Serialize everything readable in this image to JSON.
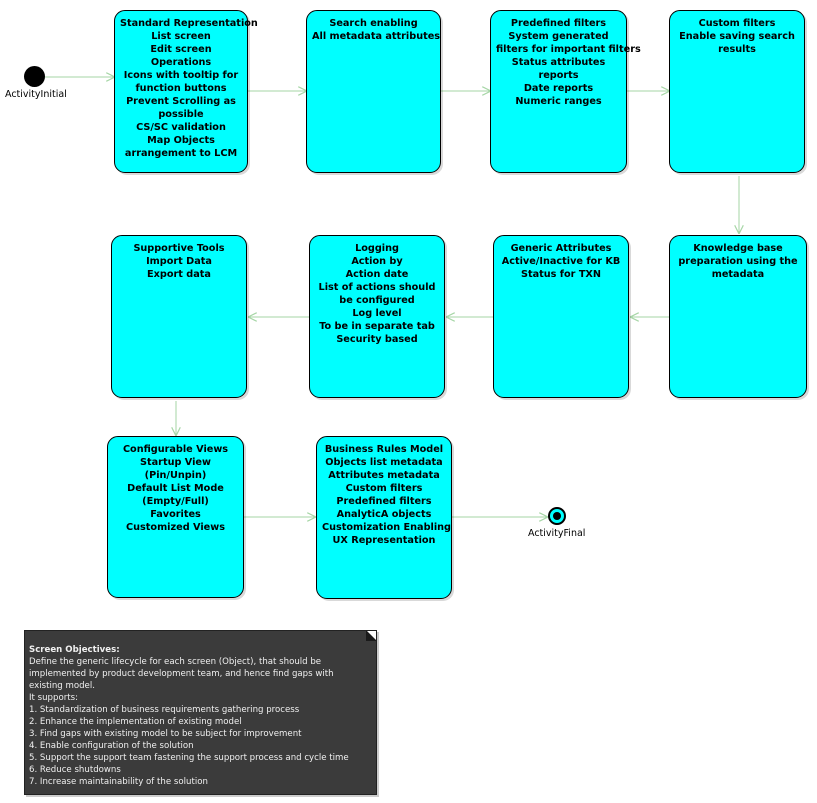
{
  "diagram": {
    "initial_label": "ActivityInitial",
    "final_label": "ActivityFinal",
    "nodes": {
      "standard_representation": {
        "lines": [
          "Standard Representation",
          "List screen",
          "Edit screen",
          "Operations",
          "Icons with tooltip for",
          "function buttons",
          "Prevent Scrolling as",
          "possible",
          "CS/SC validation",
          "Map Objects",
          "arrangement to LCM"
        ]
      },
      "search_enabling": {
        "lines": [
          "Search enabling",
          "All metadata attributes"
        ]
      },
      "predefined_filters": {
        "lines": [
          "Predefined filters",
          "System generated",
          "filters for important filters",
          "Status attributes",
          "reports",
          "Date reports",
          "Numeric ranges"
        ]
      },
      "custom_filters": {
        "lines": [
          "Custom filters",
          "Enable saving search",
          "results"
        ]
      },
      "knowledge_base": {
        "lines": [
          "Knowledge base",
          "preparation using the",
          "metadata"
        ]
      },
      "generic_attributes": {
        "lines": [
          "Generic Attributes",
          "Active/Inactive for KB",
          "Status for TXN"
        ]
      },
      "logging": {
        "lines": [
          "Logging",
          "Action by",
          "Action date",
          "List of actions should",
          "be configured",
          "Log level",
          "To be in separate tab",
          "Security based"
        ]
      },
      "supportive_tools": {
        "lines": [
          "Supportive Tools",
          "Import Data",
          "Export data"
        ]
      },
      "configurable_views": {
        "lines": [
          "Configurable Views",
          "Startup View",
          "(Pin/Unpin)",
          "Default List Mode",
          "(Empty/Full)",
          "Favorites",
          "Customized Views"
        ]
      },
      "business_rules_model": {
        "lines": [
          "Business Rules Model",
          "Objects list metadata",
          "Attributes metadata",
          "Custom filters",
          "Predefined filters",
          "AnalyticA objects",
          "Customization Enabling",
          "UX Representation"
        ]
      }
    },
    "note": {
      "title": "Screen Objectives:",
      "lines": [
        "Define the generic lifecycle for each screen (Object), that should be",
        "implemented by product development team, and hence find gaps with",
        "existing model.",
        "It supports:",
        "1. Standardization of business requirements gathering process",
        "2. Enhance the implementation of existing model",
        "3. Find gaps with existing model to be subject for improvement",
        "4. Enable configuration of the solution",
        "5. Support the support team fastening the support process and cycle time",
        "6. Reduce shutdowns",
        "7. Increase maintainability of the solution"
      ]
    },
    "colors": {
      "node_fill": "#00ffff",
      "node_border": "#000000",
      "edge": "#a6d6a6",
      "note_fill": "#3b3b3b",
      "note_text": "#f0f0f0"
    }
  }
}
